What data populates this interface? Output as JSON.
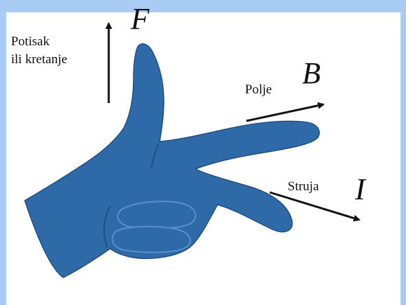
{
  "colors": {
    "frame_blue": "#a9ccf4",
    "hand_blue": "#2e6aa8",
    "hand_shadow": "#1f4f85",
    "hand_highlight": "#5b8fcc",
    "arrow": "#111111"
  },
  "labels": {
    "thrust_line1": "Potisak",
    "thrust_line2": "ili kretanje",
    "field": "Polje",
    "current": "Struja"
  },
  "symbols": {
    "force": "F",
    "field": "B",
    "current": "I"
  }
}
